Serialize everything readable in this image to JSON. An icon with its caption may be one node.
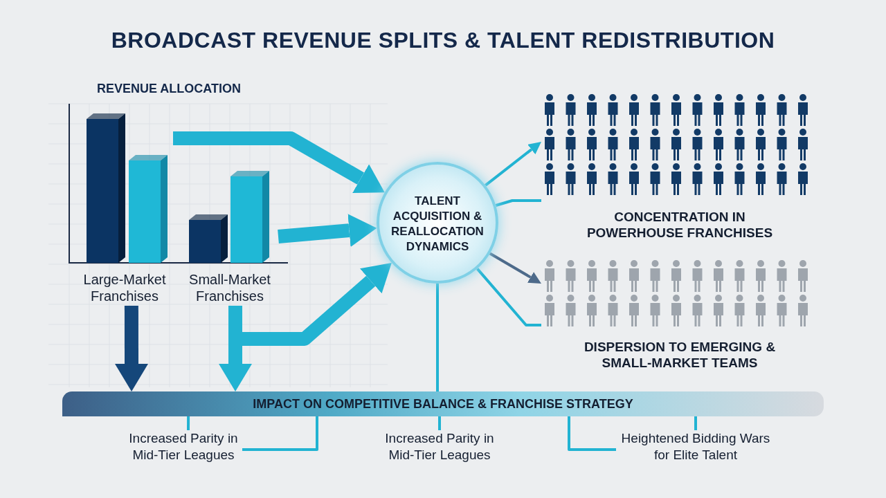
{
  "diagram": {
    "title": "BROADCAST REVENUE SPLITS & TALENT REDISTRIBUTION",
    "nodes": [
      {
        "text": [
          "REVENUE ALLOCATION"
        ]
      },
      {
        "text": [
          "Large-Market Franchises"
        ],
        "in": 0
      },
      {
        "text": [
          "Small-Market Franchises"
        ],
        "in": 0
      },
      {
        "text": [
          "TALENT ACQUISITION & REALLOCATION DYNAMICS"
        ]
      },
      {
        "text": [
          "CONCENTRATION IN POWERHOUSE FRANCHISES"
        ]
      },
      {
        "text": [
          "DISPERSION TO EMERGING & SMALL-MARKET TEAMS"
        ]
      },
      {
        "text": [
          "IMPACT ON COMPETITIVE BALANCE & FRANCHISE STRATEGY"
        ]
      },
      {
        "text": [
          "Increased Parity in Mid-Tier Leagues"
        ]
      },
      {
        "text": [
          "Increased Parity in Mid-Tier Leagues"
        ]
      },
      {
        "text": [
          "Heightened Bidding Wars for Elite Talent"
        ]
      }
    ],
    "edges": [
      {
        "from": 1,
        "to": 3,
        "arrow": "to",
        "style": "thick"
      },
      {
        "from": 2,
        "to": 3,
        "arrow": "to",
        "style": "thick"
      },
      {
        "from": 2,
        "to": 3,
        "arrow": "to",
        "style": "thick"
      },
      {
        "from": 1,
        "to": 6,
        "arrow": "to",
        "style": "thick",
        "color": "#15477a"
      },
      {
        "from": 2,
        "to": 6,
        "arrow": "to",
        "style": "thick"
      },
      {
        "from": 3,
        "to": 4,
        "arrow": "to"
      },
      {
        "from": 3,
        "to": 4,
        "arrow": "none"
      },
      {
        "from": 3,
        "to": 5,
        "arrow": "to",
        "color": "#4d6a8a"
      },
      {
        "from": 3,
        "to": 5,
        "arrow": "none"
      },
      {
        "from": 3,
        "to": 6,
        "arrow": "none"
      },
      {
        "from": 6,
        "to": 7,
        "arrow": "none"
      },
      {
        "from": 6,
        "to": 7,
        "arrow": "none"
      },
      {
        "from": 6,
        "to": 8,
        "arrow": "none"
      },
      {
        "from": 6,
        "to": 9,
        "arrow": "none"
      },
      {
        "from": 6,
        "to": 9,
        "arrow": "none"
      }
    ]
  }
}
